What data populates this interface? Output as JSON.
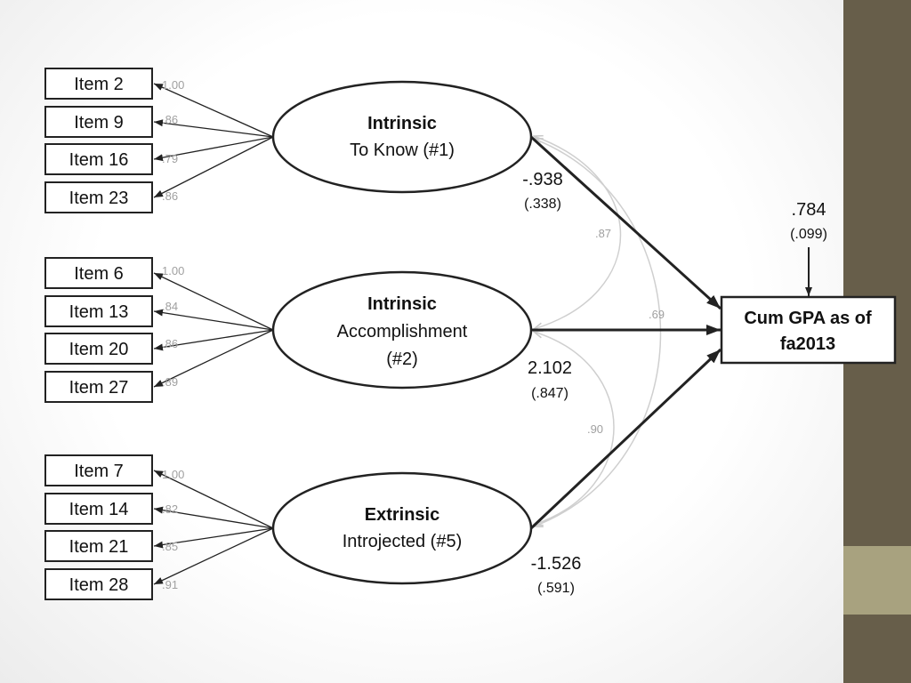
{
  "factors": [
    {
      "title": "Intrinsic",
      "subtitle_lines": [
        "To Know (#1)"
      ],
      "items": [
        {
          "label": "Item 2",
          "loading": "1.00"
        },
        {
          "label": "Item 9",
          "loading": ".86"
        },
        {
          "label": "Item 16",
          "loading": ".79"
        },
        {
          "label": "Item 23",
          "loading": ".86"
        }
      ],
      "path": {
        "coefficient": "-.938",
        "se": "(.338)"
      }
    },
    {
      "title": "Intrinsic",
      "subtitle_lines": [
        "Accomplishment",
        "(#2)"
      ],
      "items": [
        {
          "label": "Item 6",
          "loading": "1.00"
        },
        {
          "label": "Item 13",
          "loading": ".84"
        },
        {
          "label": "Item 20",
          "loading": ".86"
        },
        {
          "label": "Item 27",
          "loading": ".89"
        }
      ],
      "path": {
        "coefficient": "2.102",
        "se": "(.847)"
      }
    },
    {
      "title": "Extrinsic",
      "subtitle_lines": [
        "Introjected (#5)"
      ],
      "items": [
        {
          "label": "Item 7",
          "loading": "1.00"
        },
        {
          "label": "Item 14",
          "loading": ".82"
        },
        {
          "label": "Item 21",
          "loading": ".85"
        },
        {
          "label": "Item 28",
          "loading": ".91"
        }
      ],
      "path": {
        "coefficient": "-1.526",
        "se": "(.591)"
      }
    }
  ],
  "correlations": [
    {
      "factors": [
        0,
        1
      ],
      "value": ".87"
    },
    {
      "factors": [
        0,
        2
      ],
      "value": ".69"
    },
    {
      "factors": [
        1,
        2
      ],
      "value": ".90"
    }
  ],
  "outcome": {
    "label_lines": [
      "Cum GPA as of",
      "fa2013"
    ],
    "residual": ".784",
    "residual_se": "(.099)"
  },
  "colors": {
    "line": "#222222",
    "loading_text": "#a0a0a0",
    "correlation_line": "#cfcfcf",
    "side_band": "#675e4a",
    "side_band_accent": "#a8a27f"
  }
}
